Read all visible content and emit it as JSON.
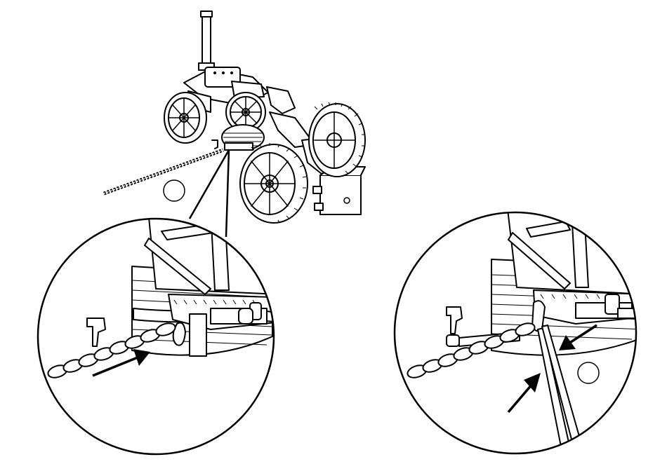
{
  "figure": {
    "type": "assembly-instruction-illustration",
    "subject": "steam-traction-engine-model",
    "panels": [
      {
        "name": "overview",
        "depicts": "traction-engine-with-chain-attached-to-front-axle"
      },
      {
        "name": "detail-left",
        "depicts": "chain-hooked-onto-axle-clip",
        "arrow_count": 1
      },
      {
        "name": "detail-right",
        "depicts": "clip-pinched-closed-with-pliers",
        "arrow_count": 2
      }
    ],
    "colors": {
      "line": "#000000",
      "fill": "#ffffff"
    },
    "icons": [
      "engine-illustration",
      "chain",
      "pointer-arrow",
      "pliers",
      "blank-marker-circle"
    ]
  }
}
